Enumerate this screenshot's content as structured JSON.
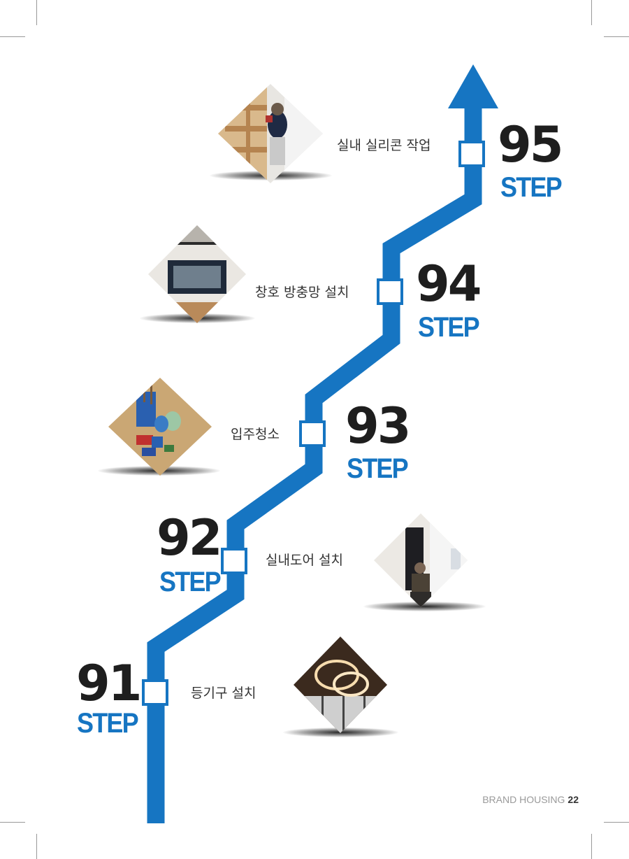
{
  "steps": [
    {
      "number": "95",
      "step_label": "STEP",
      "title": "실내 실리콘 작업",
      "photo_icon": "worker-silicone-shelf-photo"
    },
    {
      "number": "94",
      "step_label": "STEP",
      "title": "창호 방충망 설치",
      "photo_icon": "window-screen-photo"
    },
    {
      "number": "93",
      "step_label": "STEP",
      "title": "입주청소",
      "photo_icon": "cleaning-buckets-photo"
    },
    {
      "number": "92",
      "step_label": "STEP",
      "title": "실내도어 설치",
      "photo_icon": "worker-door-photo"
    },
    {
      "number": "91",
      "step_label": "STEP",
      "title": "등기구 설치",
      "photo_icon": "ring-light-fixture-photo"
    }
  ],
  "footer": {
    "brand": "BRAND HOUSING",
    "page": "22"
  },
  "colors": {
    "path": "#1675c2",
    "number": "#1e1e1e",
    "step": "#1675c2"
  }
}
